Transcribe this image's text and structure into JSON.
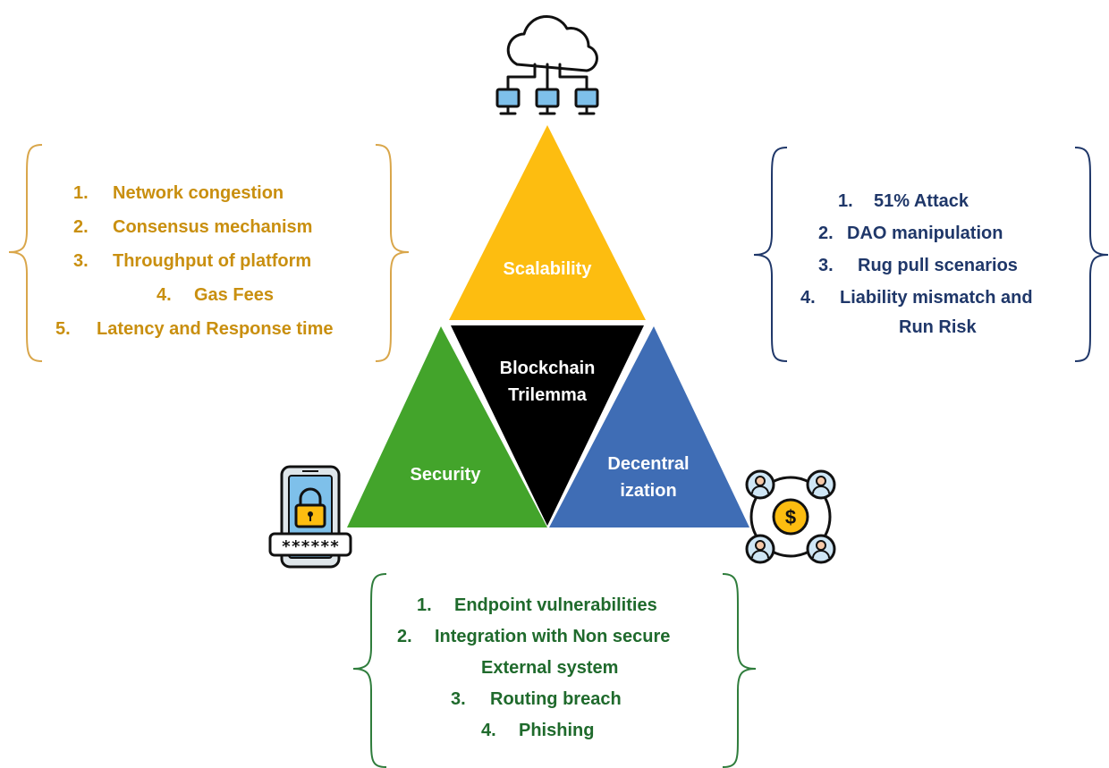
{
  "center": {
    "line1": "Blockchain",
    "line2": "Trilemma"
  },
  "triangles": {
    "top": {
      "line1": "Scalability",
      "color": "#fdbd10"
    },
    "left": {
      "line1": "Security",
      "color": "#43a42b"
    },
    "right": {
      "line1": "Decentral",
      "line2": "ization",
      "color": "#3f6db5"
    },
    "middle_color": "#000000"
  },
  "icons": {
    "top": "cloud-network-icon",
    "left": "phone-lock-password-icon",
    "right": "users-money-network-icon"
  },
  "scalability_list": {
    "color": "#c98f0f",
    "items": [
      {
        "num": "1.",
        "text": "Network congestion"
      },
      {
        "num": "2.",
        "text": "Consensus mechanism"
      },
      {
        "num": "3.",
        "text": "Throughput of platform"
      },
      {
        "num": "4.",
        "text": "Gas Fees"
      },
      {
        "num": "5.",
        "text": "Latency and Response time"
      }
    ]
  },
  "decentralization_list": {
    "color": "#1f3769",
    "items": [
      {
        "num": "1.",
        "text": "51% Attack"
      },
      {
        "num": "2.",
        "text": "DAO manipulation"
      },
      {
        "num": "3.",
        "text": "Rug pull scenarios"
      },
      {
        "num": "4.",
        "text": "Liability mismatch and",
        "cont": "Run Risk"
      }
    ]
  },
  "security_list": {
    "color": "#1f6a2c",
    "items": [
      {
        "num": "1.",
        "text": "Endpoint vulnerabilities"
      },
      {
        "num": "2.",
        "text": "Integration with Non secure",
        "cont": "External system"
      },
      {
        "num": "3.",
        "text": "Routing breach"
      },
      {
        "num": "4.",
        "text": "Phishing"
      }
    ]
  },
  "password_mask": "******"
}
